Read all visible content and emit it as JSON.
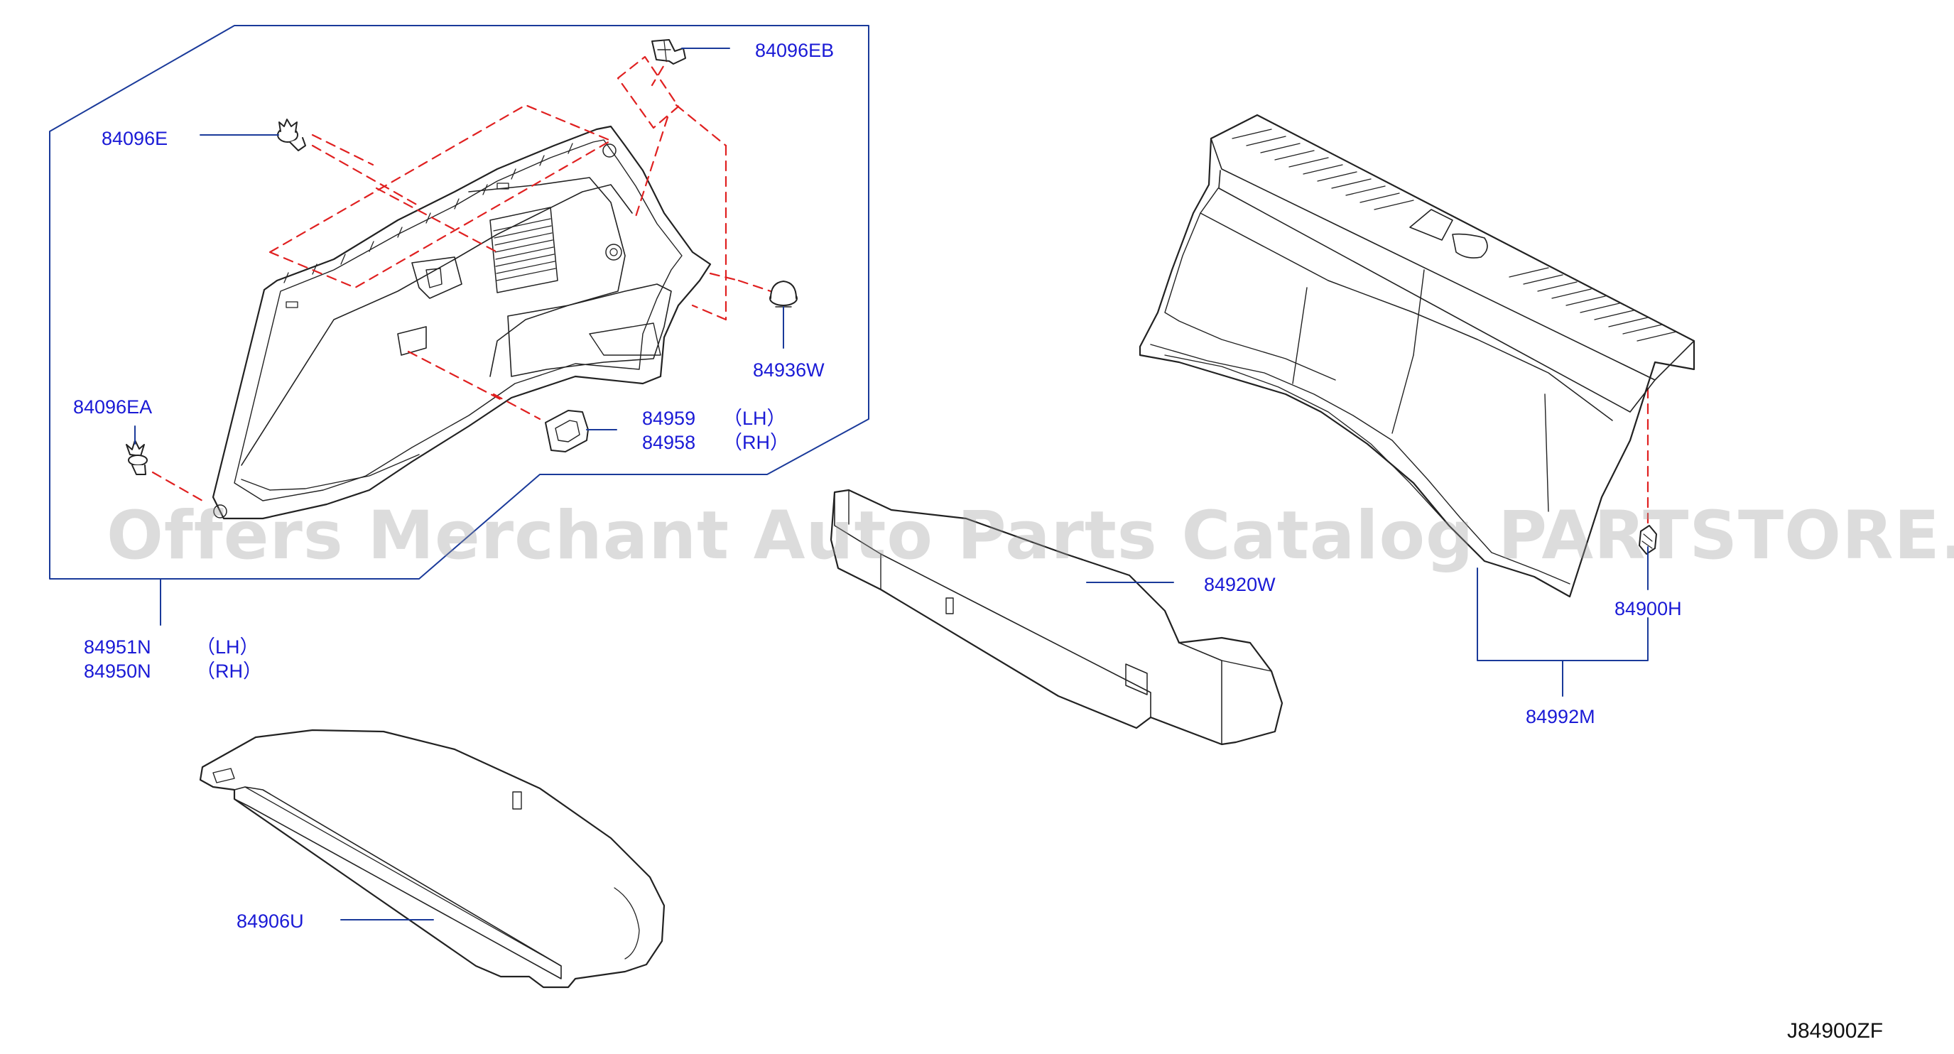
{
  "labels": {
    "p84096EB": "84096EB",
    "p84096E": "84096E",
    "p84936W": "84936W",
    "p84096EA": "84096EA",
    "p84959": "84959",
    "p84959_side": "（LH）",
    "p84958": "84958",
    "p84958_side": "（RH）",
    "p84951N": "84951N",
    "p84951N_side": "（LH）",
    "p84950N": "84950N",
    "p84950N_side": "（RH）",
    "p84920W": "84920W",
    "p84900H": "84900H",
    "p84992M": "84992M",
    "p84906U": "84906U"
  },
  "diagram_code": "J84900ZF",
  "watermark": "Offers Merchant Auto Parts Catalog PARTSTORE.SA",
  "colors": {
    "label_text": "#1a1ad6",
    "leader_line": "#1a3a9a",
    "dashed_line": "#e02020",
    "part_outline": "#222222",
    "watermark": "#9e9e9e"
  }
}
